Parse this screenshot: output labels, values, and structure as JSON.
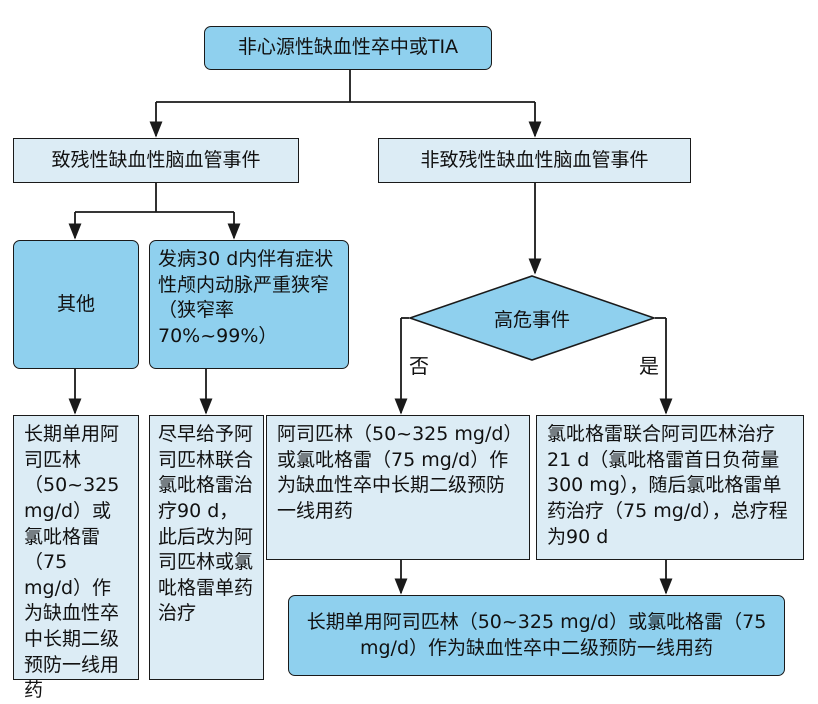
{
  "nodes": {
    "root": "非心源性缺血性卒中或TIA",
    "disabling": "致残性缺血性脑血管事件",
    "nondisabling": "非致残性缺血性脑血管事件",
    "other": "其他",
    "stenosis": "发病30 d内伴有症状性颅内动脉严重狭窄（狭窄率70%~99%）",
    "highrisk": "高危事件",
    "no_label": "否",
    "yes_label": "是",
    "other_rx": "长期单用阿司匹林（50~325 mg/d）或氯吡格雷（75 mg/d）作为缺血性卒中长期二级预防一线用药",
    "stenosis_rx": "尽早给予阿司匹林联合氯吡格雷治疗90 d，此后改为阿司匹林或氯吡格雷单药治疗",
    "lowrisk_rx": "阿司匹林（50~325 mg/d）或氯吡格雷（75 mg/d）作为缺血性卒中长期二级预防一线用药",
    "highrisk_rx": "氯吡格雷联合阿司匹林治疗21 d（氯吡格雷首日负荷量300 mg），随后氯吡格雷单药治疗（75 mg/d），总疗程为90 d",
    "final": "长期单用阿司匹林（50~325 mg/d）或氯吡格雷（75 mg/d）作为缺血性卒中二级预防一线用药"
  },
  "colors": {
    "flat_box": "#dcecf5",
    "bright_box": "#8fd0ee",
    "line": "#1a1a1a"
  }
}
